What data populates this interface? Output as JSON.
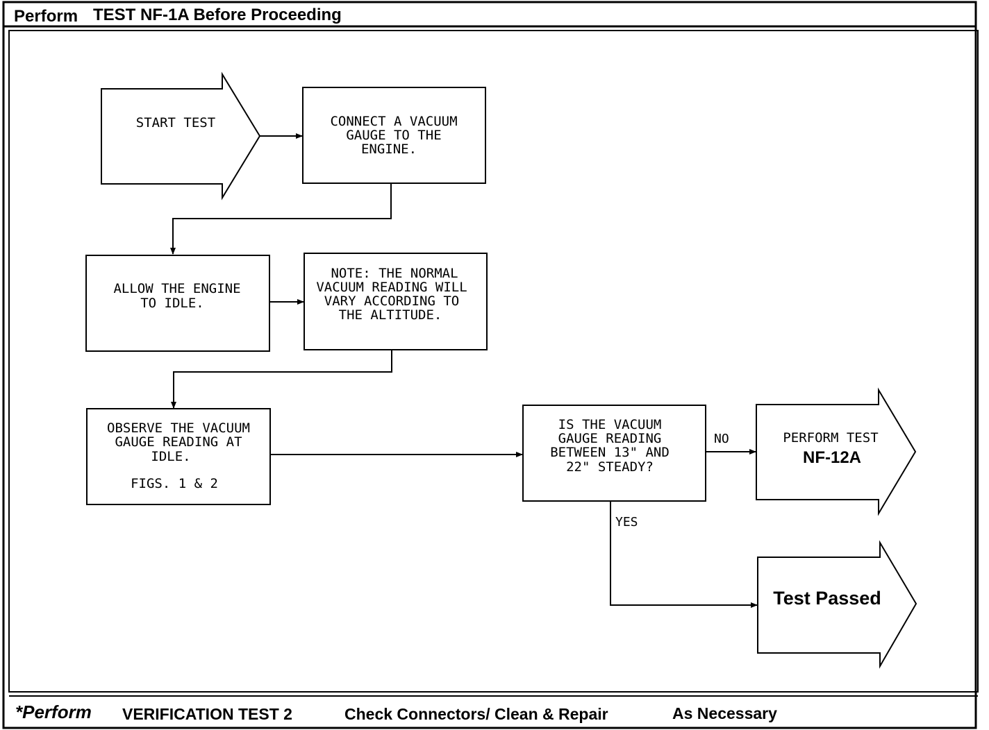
{
  "header": {
    "perform_word": "Perform",
    "title": "TEST NF-1A Before Proceeding"
  },
  "flowchart": {
    "start": {
      "label": "START TEST"
    },
    "connect": {
      "lines": [
        "CONNECT A VACUUM",
        "GAUGE TO THE",
        "ENGINE."
      ]
    },
    "idle": {
      "lines": [
        "ALLOW THE ENGINE",
        "TO IDLE."
      ]
    },
    "note": {
      "lines": [
        "NOTE: THE NORMAL",
        "VACUUM READING WILL",
        "VARY ACCORDING TO",
        "THE ALTITUDE."
      ]
    },
    "observe": {
      "lines": [
        "OBSERVE THE VACUUM",
        "GAUGE READING AT",
        "IDLE."
      ],
      "figs": "FIGS. 1 & 2"
    },
    "decision": {
      "lines": [
        "IS THE VACUUM",
        "GAUGE READING",
        "BETWEEN 13\" AND",
        "22\" STEADY?"
      ]
    },
    "no_label": "NO",
    "yes_label": "YES",
    "perform_next": {
      "line1": "PERFORM TEST",
      "line2": "NF-12A"
    },
    "passed": {
      "label": "Test Passed"
    }
  },
  "footer": {
    "perform_word": "*Perform",
    "verification": "VERIFICATION TEST 2",
    "check": "Check Connectors/ Clean & Repair",
    "as_necessary": "As Necessary"
  }
}
